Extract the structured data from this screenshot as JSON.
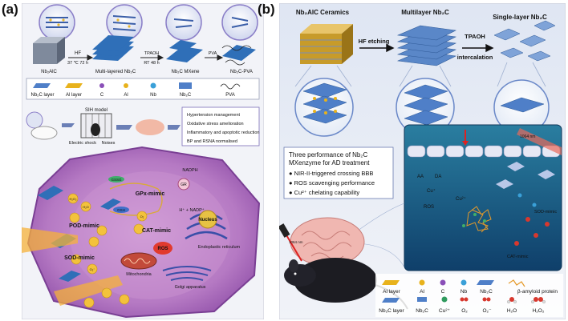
{
  "panel_a": {
    "label": "(a)",
    "synthesis": {
      "steps": [
        "Nb₂AlC",
        "Multi-layered Nb₂C",
        "Nb₂C MXene",
        "Nb₂C-PVA"
      ],
      "arrow1_top": "HF",
      "arrow1_bottom": "37 ℃ 72 h",
      "arrow2_top": "TPAOH",
      "arrow2_bottom": "RT 48 h",
      "arrow3_top": "PVA"
    },
    "legend": [
      "Nb₂C layer",
      "Al layer",
      "C",
      "Al",
      "Nb",
      "Nb₂C",
      "PVA"
    ],
    "sih_model": "SIH model",
    "shock_labels": [
      "Electric shock",
      "Noises"
    ],
    "outcomes": [
      "Hypertension management",
      "Oxidative stress amelioration",
      "Inflammatory and apoptotic reduction",
      "BP and RSNA normalised"
    ],
    "cell": {
      "mimics": [
        "GPx-mimic",
        "POD-mimic",
        "CAT-mimic",
        "SOD-mimic"
      ],
      "enzymes": [
        "GSSG",
        "GSH",
        "NADPH",
        "GR"
      ],
      "nadp": "H⁺ + NADP⁺",
      "ros": "ROS",
      "organelles": [
        "Nucleus",
        "Endoplastic reticulum",
        "Mitochondria",
        "Golgi apparatus"
      ],
      "species": [
        "H₂O₂",
        "H₂O",
        "O₂",
        "O₂⁻"
      ]
    }
  },
  "panel_b": {
    "label": "(b)",
    "stages": [
      "Nb₂AlC Ceramics",
      "Multilayer Nb₂C",
      "Single-layer Nb₂C"
    ],
    "arrow1": "HF etching",
    "arrow2_line1": "TPAOH",
    "arrow2_line2": "intercalation",
    "performance_title_1": "Three performance of Nb₂C",
    "performance_title_2": "MXenzyme for AD treatment",
    "performance_items": [
      "● NIR-II-triggered crossing BBB",
      "● ROS scavenging performance",
      "● Cu²⁺ chelating capability"
    ],
    "tissue_labels": [
      "AA",
      "DA",
      "Cu⁺",
      "ROS",
      "Cu²⁺",
      "CAT-mimic",
      "SOD-mimic",
      "1064 nm"
    ],
    "legend_row1": [
      "Al layer",
      "Al",
      "C",
      "Nb",
      "Nb₂C",
      "β-amyloid protein"
    ],
    "legend_row2": [
      "Nb₂C layer",
      "Nb₂C",
      "Cu²⁺",
      "O₂",
      "O₂⁻",
      "H₂O",
      "H₂O₂"
    ],
    "colors": {
      "al_layer": "#e8b21c",
      "nb2c_layer": "#4f7fc8",
      "c_atom": "#8a4fb8",
      "nb_atom": "#3aa0d8",
      "cu_atom": "#2f9a5e",
      "ros": "#d8382e"
    }
  }
}
